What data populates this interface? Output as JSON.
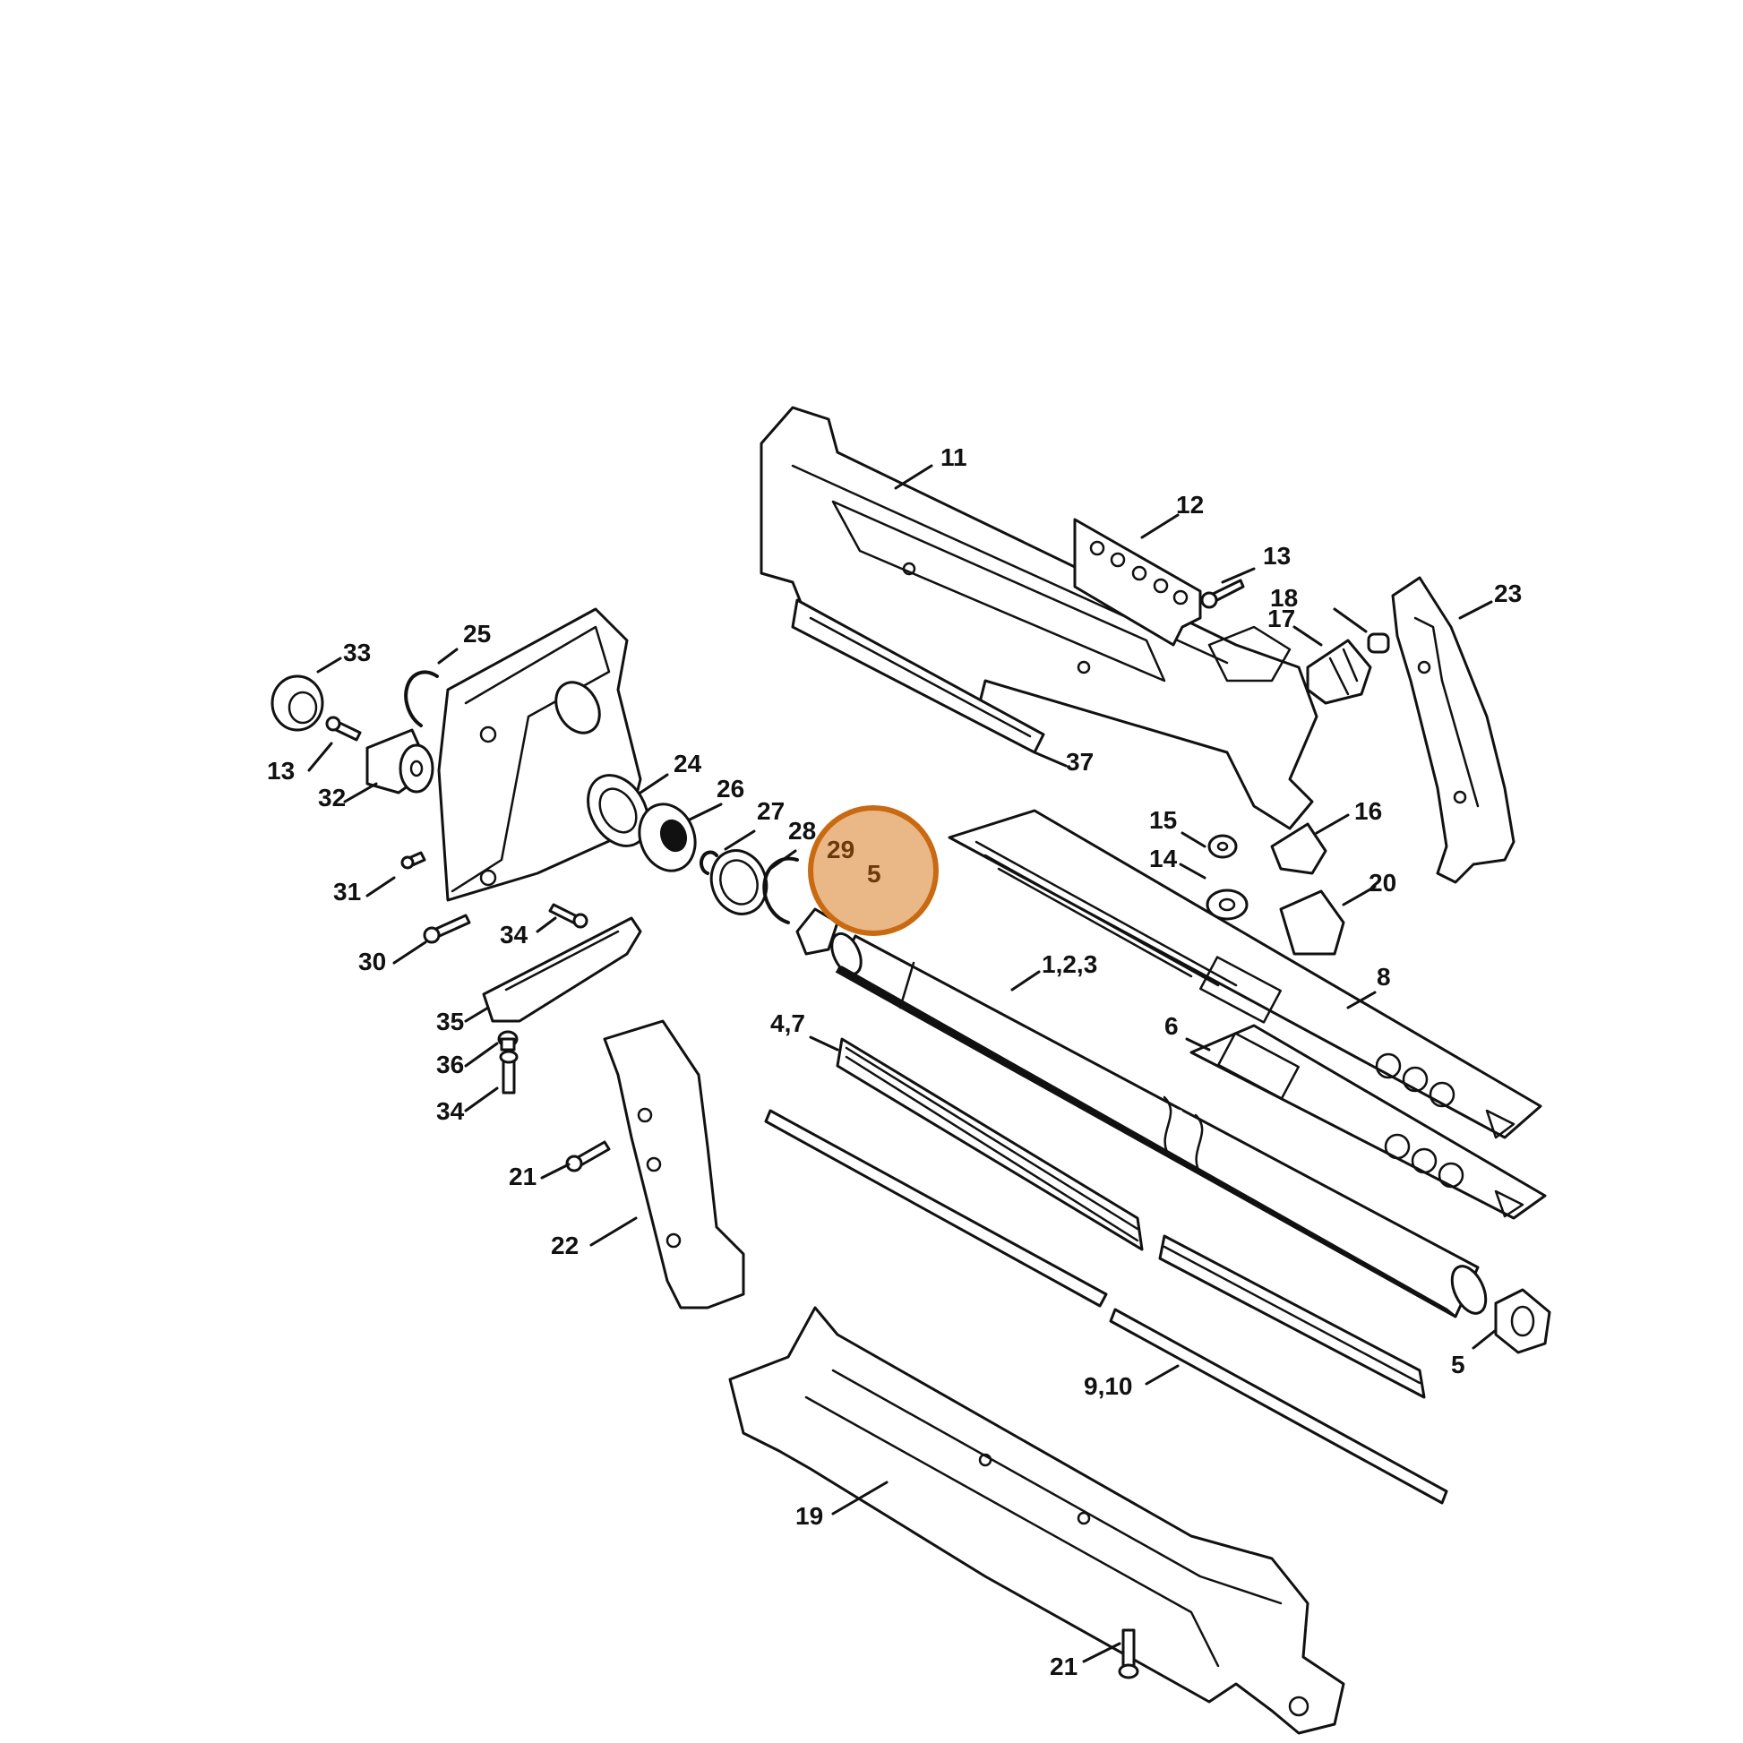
{
  "diagram": {
    "callouts": {
      "c11": "11",
      "c12": "12",
      "c13a": "13",
      "c18": "18",
      "c17": "17",
      "c23": "23",
      "c33": "33",
      "c25": "25",
      "c13b": "13",
      "c32": "32",
      "c24": "24",
      "c26": "26",
      "c27": "27",
      "c28": "28",
      "c29": "29",
      "c5a": "5",
      "c37": "37",
      "c15": "15",
      "c16": "16",
      "c14": "14",
      "c20": "20",
      "c31": "31",
      "c30": "30",
      "c34a": "34",
      "c123": "1,2,3",
      "c8": "8",
      "c6": "6",
      "c47": "4,7",
      "c35": "35",
      "c36": "36",
      "c34b": "34",
      "c21a": "21",
      "c22": "22",
      "c5b": "5",
      "c910": "9,10",
      "c19": "19",
      "c21b": "21"
    },
    "highlight_color": "#d97b22"
  }
}
